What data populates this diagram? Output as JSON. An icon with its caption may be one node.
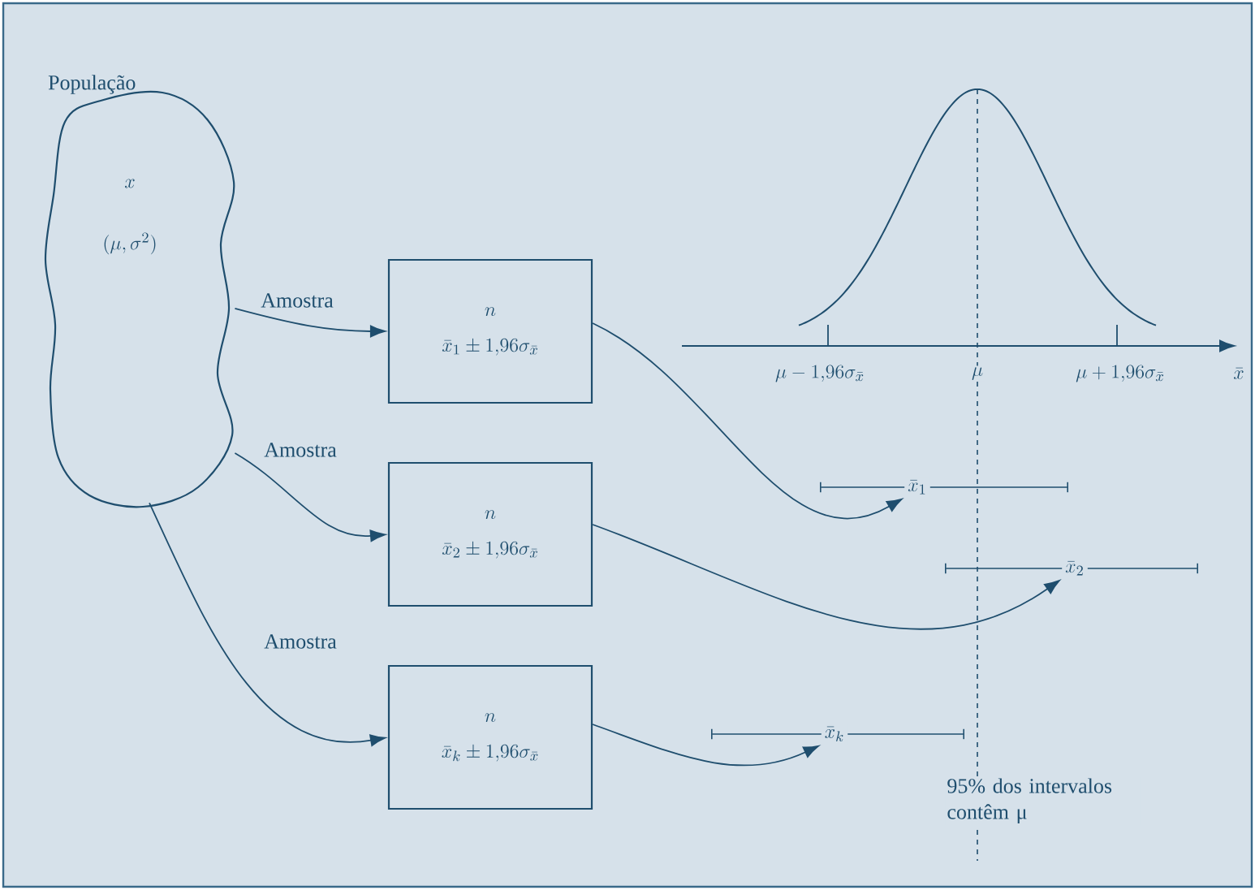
{
  "diagram": {
    "nodes": [
      {
        "text": [
          "População",
          "x",
          "(\\mu, \\sigma^2)"
        ]
      },
      {
        "text": [
          "n",
          "\\bar{x}_1 \\pm 1{,}96\\sigma_{\\bar{x}}"
        ]
      },
      {
        "text": [
          "n",
          "\\bar{x}_2 \\pm 1{,}96\\sigma_{\\bar{x}}"
        ]
      },
      {
        "text": [
          "n",
          "\\bar{x}_k \\pm 1{,}96\\sigma_{\\bar{x}}"
        ]
      },
      {
        "text": [
          "\\bar{x}_1"
        ]
      },
      {
        "text": [
          "\\bar{x}_2"
        ]
      },
      {
        "text": [
          "\\bar{x}_k"
        ]
      }
    ],
    "edges": [
      {
        "from": 0,
        "to": 1,
        "arrow": "to",
        "label": "Amostra"
      },
      {
        "from": 0,
        "to": 2,
        "arrow": "to",
        "label": "Amostra"
      },
      {
        "from": 0,
        "to": 3,
        "arrow": "to",
        "label": "Amostra"
      },
      {
        "from": 1,
        "to": 4,
        "arrow": "to"
      },
      {
        "from": 2,
        "to": 5,
        "arrow": "to"
      },
      {
        "from": 3,
        "to": 6,
        "arrow": "to"
      }
    ],
    "labels": [
      "\\mu - 1{,}96\\sigma_{\\bar{x}}",
      "\\mu",
      "\\mu + 1{,}96\\sigma_{\\bar{x}}",
      "\\bar{x}",
      "95% dos intervalos contêm μ"
    ]
  }
}
